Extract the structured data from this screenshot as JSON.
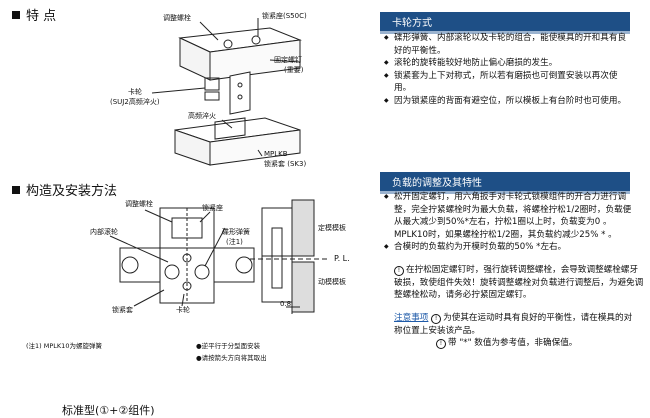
{
  "sections": {
    "features_title": "特 点",
    "structure_title": "构造及安装方法"
  },
  "diagram1": {
    "adjust_bolt": "调整螺栓",
    "lock_seat": "锁紧座(S50C)",
    "fixing_bolt": "固定螺钉",
    "fixing_bolt_note": "(重要)",
    "roller": "卡轮",
    "roller_material": "(SUJ2高频淬火)",
    "hf_quench": "高频淬火",
    "mplkb": "MPLKB",
    "lock_sleeve": "锁紧套 (SK3)"
  },
  "diagram2": {
    "adjust_bolt": "调整螺栓",
    "lock_seat": "锁紧座",
    "inner_roller": "内部滚轮",
    "butterfly_spring": "碟形弹簧",
    "note1_ref": "(注1)",
    "lock_sleeve": "锁紧套",
    "roller": "卡轮",
    "fixed_plate": "定模模板",
    "pl": "P. L.",
    "moving_plate": "动模模板",
    "gap": "0.8"
  },
  "footnotes": {
    "note1": "(注1) MPLK10为螺旋弹簧",
    "bullet1": "●逆平行于分型面安装",
    "bullet2": "●请按箭头方向将其取出"
  },
  "bottom_label": "标准型(①+②组件)",
  "roller_method": {
    "title": "卡轮方式",
    "items": [
      "碟形弹簧、内部滚轮以及卡轮的组合，能使模具的开和具有良好的平衡性。",
      "滚轮的旋转能较好地防止偏心磨损的发生。",
      "锁紧套为上下对称式，所以若有磨损也可倒置安装以再次使用。",
      "因为锁紧座的背面有避空位，所以模板上有台阶时也可使用。"
    ]
  },
  "load_adjust": {
    "title": "负载的调整及其特性",
    "items": [
      "松开固定螺钉，用六角扳手对卡轮式锁模组件的开合力进行调整，完全拧紧螺栓时为最大负载，将螺栓拧松1/2圈时，负载便从最大减少到50%*左右，拧松1圈以上时，负载变为0 。 MPLK10时，如果螺栓拧松1/2圈，其负载约减少25% * 。",
      "合模时的负载约为开模时负载的50% *左右。"
    ],
    "warn1": "在拧松固定螺钉时，强行旋转调整螺栓，会导致调整螺栓螺牙破损，致使组件失效！旋转调整螺栓对负载进行调整后，为避免调整螺栓松动，请务必拧紧固定螺钉。",
    "caution_link": "注意事项",
    "caution1": "为使其在运动时具有良好的平衡性，请在模具的对称位置上安装该产品。",
    "caution2": "带 \"*\" 数值为参考值，非确保值。",
    "warn_mark": "!"
  }
}
